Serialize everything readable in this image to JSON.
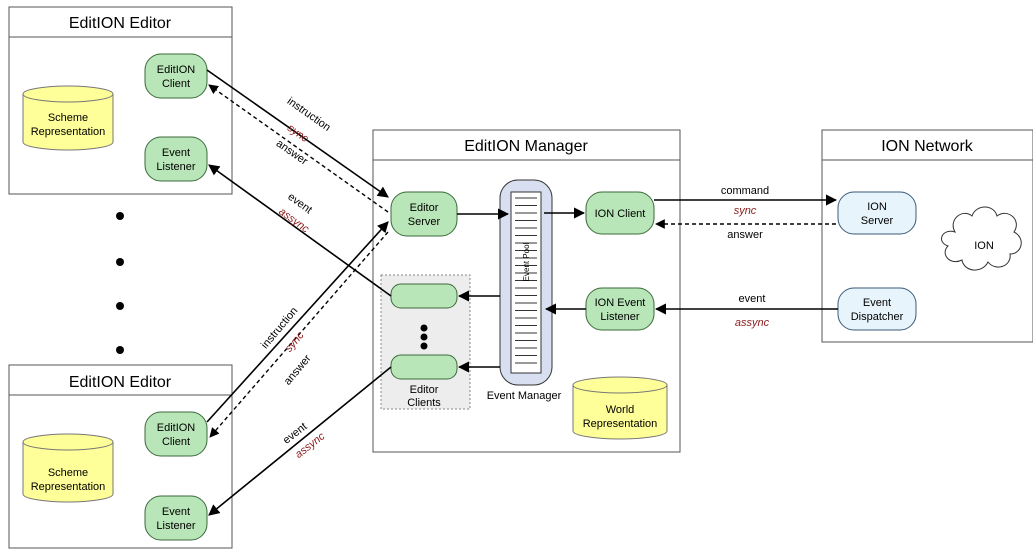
{
  "colors": {
    "node_green": "#b9e6b9",
    "node_green_stroke": "#3a6a3a",
    "node_blue": "#e8f4fb",
    "cylinder_yellow": "#ffff99",
    "pool_fill": "#d8dff0",
    "clients_gray": "#ededed",
    "red_label": "#8b1a1a"
  },
  "editor_top": {
    "title": "EditION Editor",
    "client": [
      "EditION",
      "Client"
    ],
    "listener": [
      "Event",
      "Listener"
    ],
    "scheme": [
      "Scheme",
      "Representation"
    ]
  },
  "editor_bottom": {
    "title": "EditION Editor",
    "client": [
      "EditION",
      "Client"
    ],
    "listener": [
      "Event",
      "Listener"
    ],
    "scheme": [
      "Scheme",
      "Representation"
    ]
  },
  "manager": {
    "title": "EditION Manager",
    "editor_server": [
      "Editor",
      "Server"
    ],
    "ion_client": "ION Client",
    "ion_event_listener": [
      "ION Event",
      "Listener"
    ],
    "event_pool": "Event Pool",
    "event_manager": "Event Manager",
    "editor_clients": [
      "Editor",
      "Clients"
    ],
    "world": [
      "World",
      "Representation"
    ]
  },
  "network": {
    "title": "ION Network",
    "server": [
      "ION",
      "Server"
    ],
    "dispatcher": [
      "Event",
      "Dispatcher"
    ],
    "cloud": "ION"
  },
  "labels": {
    "instruction": "instruction",
    "sync": "sync",
    "answer": "answer",
    "event": "event",
    "assync": "assync",
    "command": "command"
  }
}
